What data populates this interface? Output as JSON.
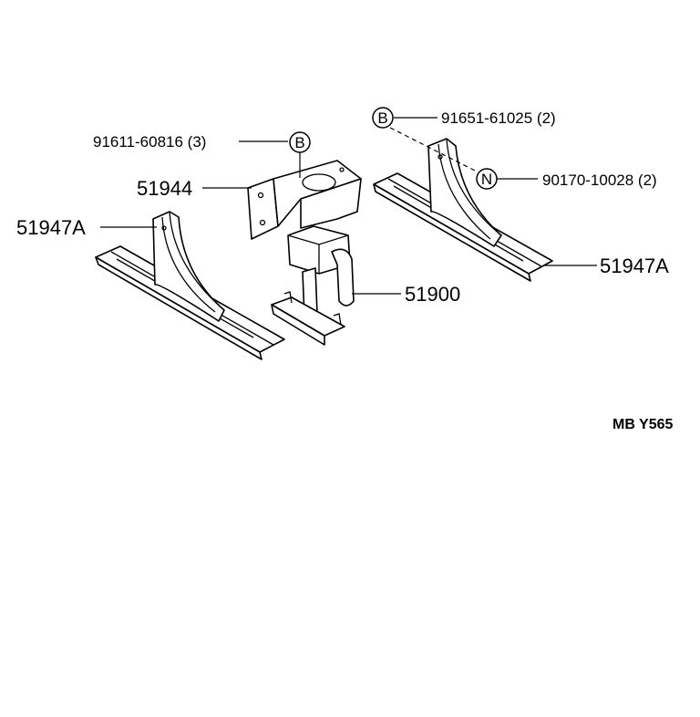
{
  "labels": {
    "bolt_b_left": "91611-60816 (3)",
    "bolt_b_right": "91651-61025 (2)",
    "nut_n": "90170-10028 (2)",
    "bracket": "51944",
    "support_left": "51947A",
    "support_right": "51947A",
    "spare_carrier": "51900",
    "footer": "MB  Y565"
  },
  "markers": {
    "b_left": "B",
    "b_right": "B",
    "n": "N"
  }
}
